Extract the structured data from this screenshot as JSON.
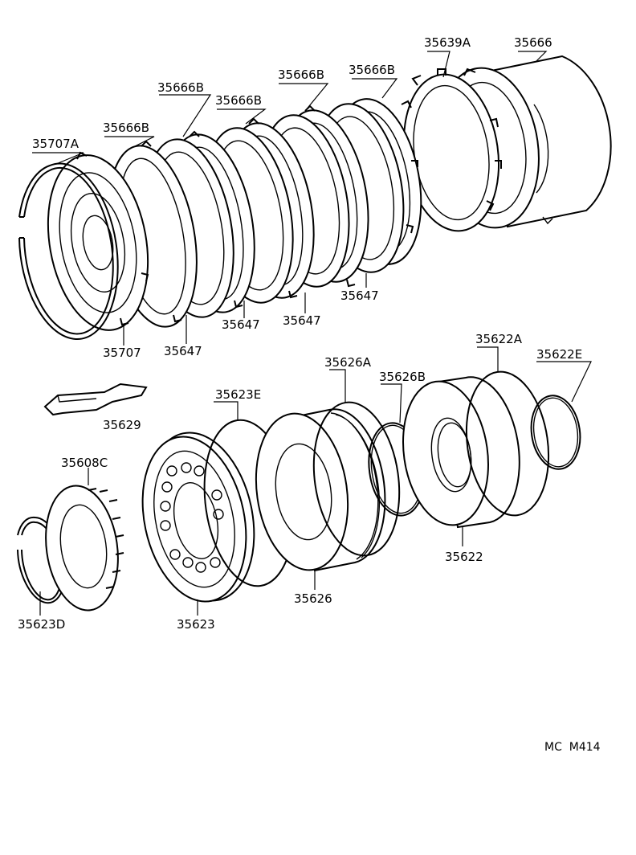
{
  "diagram": {
    "code": "MC  M414",
    "callouts": {
      "p35666": "35666",
      "p35639a": "35639A",
      "p35666b_1": "35666B",
      "p35666b_2": "35666B",
      "p35666b_3": "35666B",
      "p35666b_4": "35666B",
      "p35666b_5": "35666B",
      "p35707a": "35707A",
      "p35647_1": "35647",
      "p35647_2": "35647",
      "p35647_3": "35647",
      "p35647_4": "35647",
      "p35707": "35707",
      "p35626a": "35626A",
      "p35622a": "35622A",
      "p35622e": "35622E",
      "p35623e": "35623E",
      "p35626b": "35626B",
      "p35629": "35629",
      "p35608c": "35608C",
      "p35622": "35622",
      "p35626": "35626",
      "p35623": "35623",
      "p35623d": "35623D"
    }
  }
}
